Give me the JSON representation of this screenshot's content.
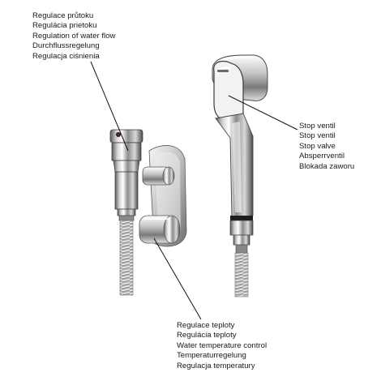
{
  "labels": {
    "flow_control": [
      "Regulace průtoku",
      "Regulácia prietoku",
      "Regulation of water flow",
      "Durchflussregelung",
      "Regulacja  ciśnienia"
    ],
    "stop_valve": [
      "Stop ventil",
      "Stop ventil",
      "Stop valve",
      "Absperrventil",
      "Blokada zaworu"
    ],
    "temperature_control": [
      "Regulace teploty",
      "Regulácia teploty",
      "Water temperature control",
      "Temperaturregelung",
      "Regulacja temperatury"
    ]
  },
  "colors": {
    "chrome_dark": "#3a3a3a",
    "chrome_mid": "#9a9a9a",
    "chrome_light": "#f4f4f4",
    "leader_line": "#111111",
    "text": "#1a1a1a"
  }
}
